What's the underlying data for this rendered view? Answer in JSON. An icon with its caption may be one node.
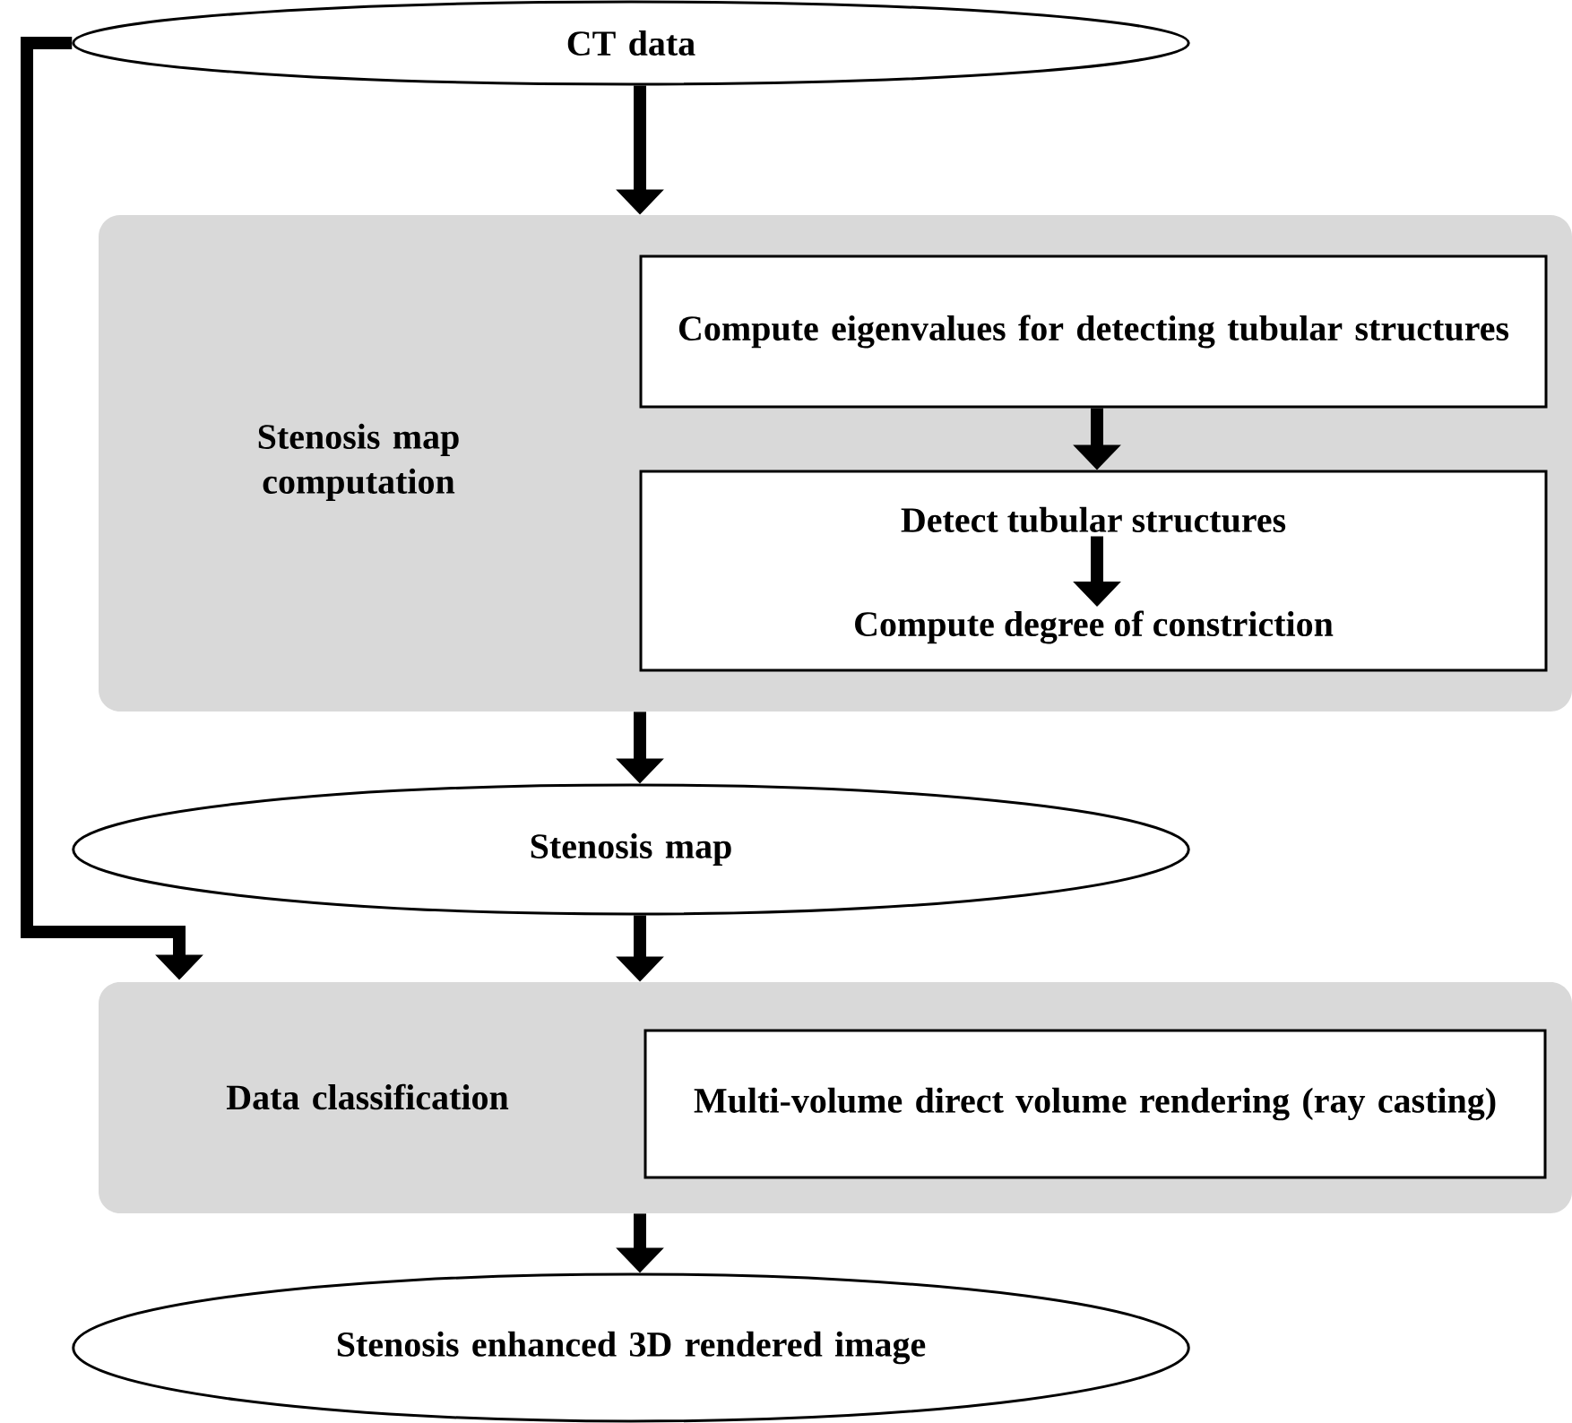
{
  "diagram": {
    "nodes": [
      {
        "text": [
          "CT data"
        ]
      },
      {
        "text": [
          "Stenosis map computation"
        ]
      },
      {
        "text": [
          "Compute eigenvalues for detecting tubular structures"
        ],
        "in": 1
      },
      {
        "text": [],
        "shape": "box",
        "in": 1
      },
      {
        "text": [
          "Detect tubular structures"
        ],
        "in": 3
      },
      {
        "text": [
          "Compute degree of constriction"
        ],
        "in": 3
      },
      {
        "text": [
          "Stenosis map"
        ]
      },
      {
        "text": [
          "Data classification"
        ]
      },
      {
        "text": [
          "Multi-volume direct volume rendering (ray casting)"
        ],
        "in": 7
      },
      {
        "text": [
          "Stenosis enhanced 3D rendered image"
        ]
      }
    ],
    "edges": [
      {
        "from": 0,
        "to": 1,
        "arrow": "to"
      },
      {
        "from": 2,
        "to": 3,
        "arrow": "to"
      },
      {
        "from": 4,
        "to": 5,
        "arrow": "to"
      },
      {
        "from": 1,
        "to": 6,
        "arrow": "to"
      },
      {
        "from": 0,
        "to": 7,
        "arrow": "to"
      },
      {
        "from": 6,
        "to": 7,
        "arrow": "to"
      },
      {
        "from": 7,
        "to": 9,
        "arrow": "to"
      }
    ]
  }
}
